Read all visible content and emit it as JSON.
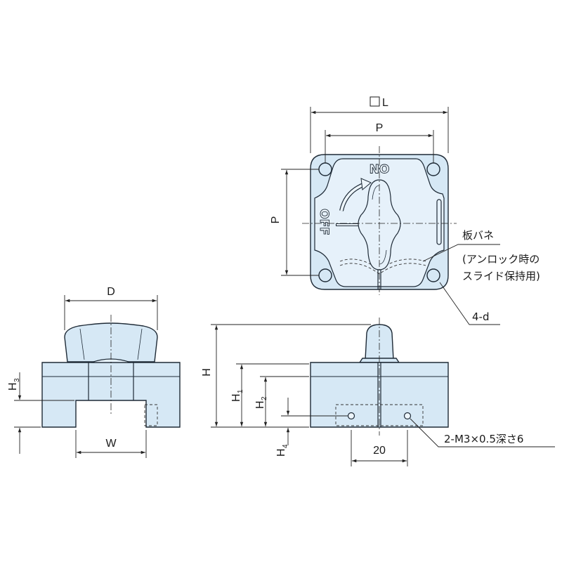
{
  "dimensions": {
    "L_box": "□L",
    "P_horizontal": "P",
    "P_vertical": "P",
    "D": "D",
    "W": "W",
    "H": "H",
    "H1": "H",
    "H1_sub": "1",
    "H2": "H",
    "H2_sub": "2",
    "H3": "H",
    "H3_sub": "3",
    "H4": "H",
    "H4_sub": "4",
    "pitch_20": "20"
  },
  "engravings": {
    "on": "ON",
    "off": "OFF"
  },
  "callouts": {
    "leaf_spring": "板バネ",
    "leaf_spring_note_line1": "(アンロック時の",
    "leaf_spring_note_line2": "スライド保持用)",
    "holes": "4-d",
    "tapped_holes": "2-M3×0.5深さ6"
  },
  "colors": {
    "part_fill": "#d6e8f5",
    "outline": "#1e2a36"
  }
}
